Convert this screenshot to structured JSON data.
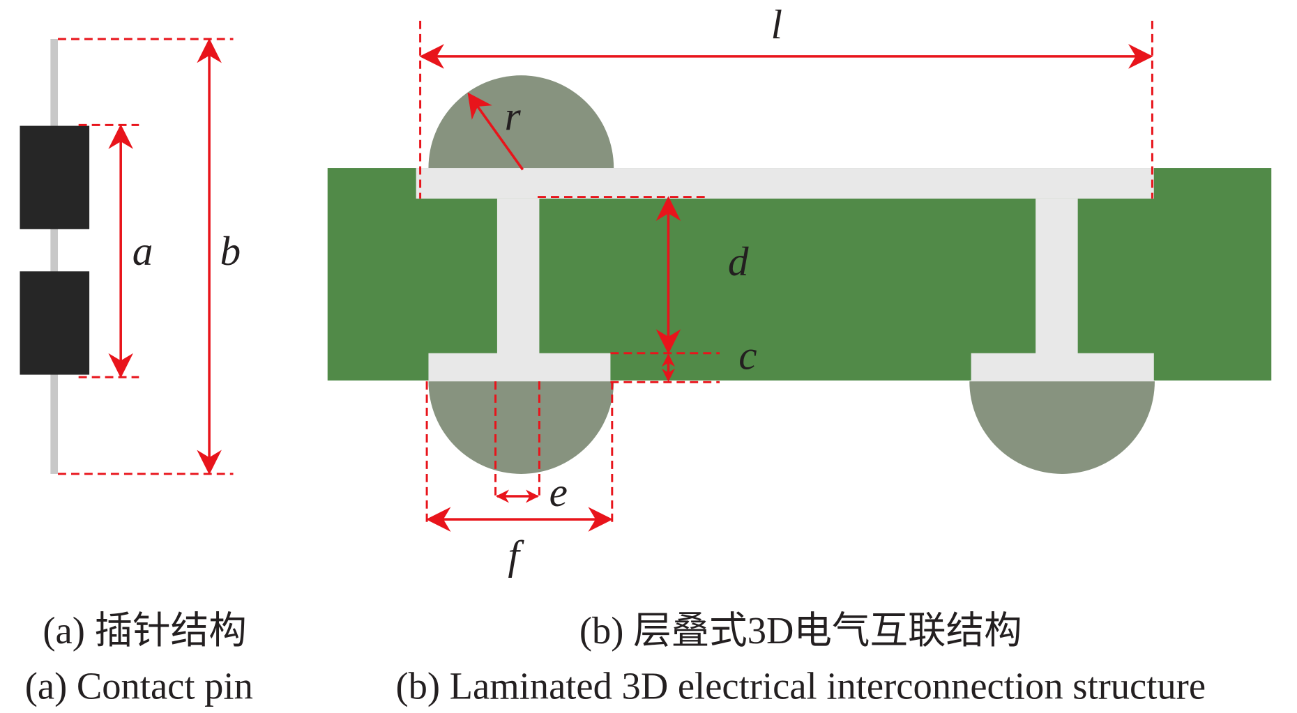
{
  "labels": {
    "a": "a",
    "b": "b",
    "l": "l",
    "r": "r",
    "d": "d",
    "c": "c",
    "e": "e",
    "f": "f"
  },
  "captions": {
    "a_cn": "(a) 插针结构",
    "b_cn": "(b) 层叠式3D电气互联结构",
    "a_en": "(a) Contact pin",
    "b_en": "(b) Laminated 3D electrical interconnection structure"
  },
  "colors": {
    "board": "#518a48",
    "trace": "#e8e8e8",
    "solder": "#87937f",
    "pin": "#c8c8c8",
    "pin_block": "#262626",
    "dimension": "#e8141b"
  }
}
